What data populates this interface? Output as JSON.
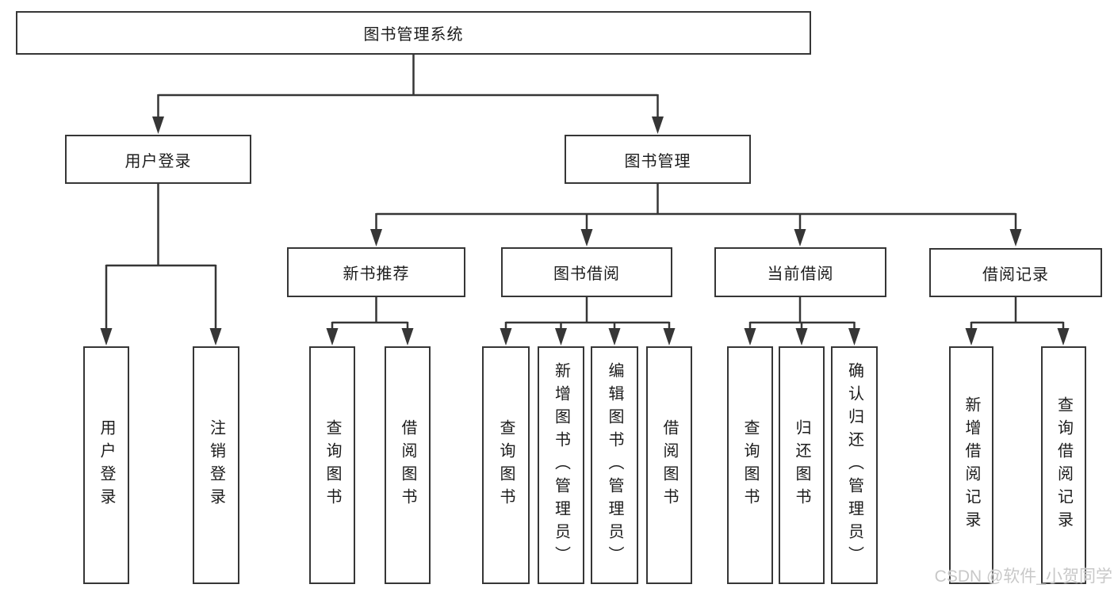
{
  "diagram": {
    "title": "图书管理系统",
    "level2": [
      {
        "label": "用户登录"
      },
      {
        "label": "图书管理"
      }
    ],
    "level3": [
      {
        "label": "新书推荐"
      },
      {
        "label": "图书借阅"
      },
      {
        "label": "当前借阅"
      },
      {
        "label": "借阅记录"
      }
    ],
    "leaves": {
      "user_login": [
        "用户登录",
        "注销登录"
      ],
      "new_book_recommend": [
        "查询图书",
        "借阅图书"
      ],
      "book_borrow": [
        "查询图书",
        "新增图书（管理员）",
        "编辑图书（管理员）",
        "借阅图书"
      ],
      "current_borrow": [
        "查询图书",
        "归还图书",
        "确认归还（管理员）"
      ],
      "borrow_records": [
        "新增借阅记录",
        "查询借阅记录"
      ]
    }
  },
  "watermark": {
    "text": "CSDN @软件_小贺同学"
  },
  "colors": {
    "line": "#363636",
    "text": "#1c1c1c",
    "watermark": "#c8c8c8",
    "background": "#ffffff"
  }
}
